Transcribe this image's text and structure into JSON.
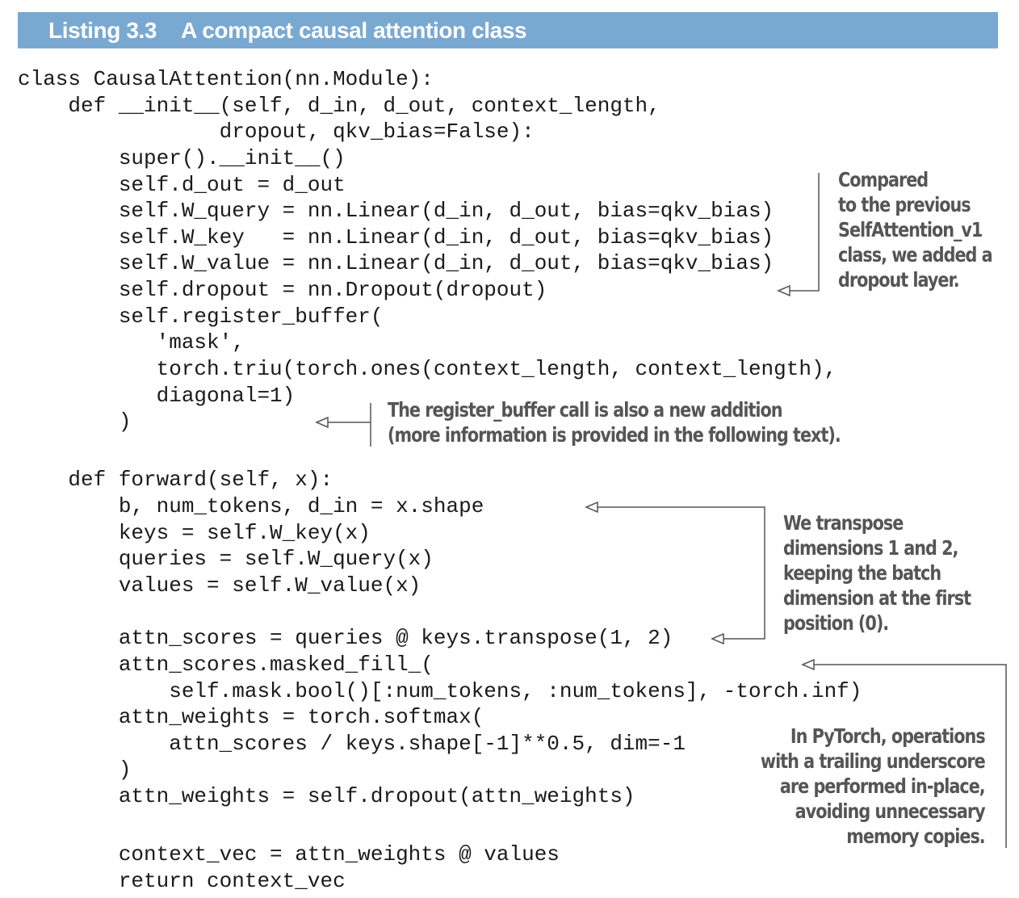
{
  "listing": {
    "number": "Listing 3.3",
    "title": "A compact causal attention class"
  },
  "code": [
    "class CausalAttention(nn.Module):",
    "    def __init__(self, d_in, d_out, context_length,",
    "                dropout, qkv_bias=False):",
    "        super().__init__()",
    "        self.d_out = d_out",
    "        self.W_query = nn.Linear(d_in, d_out, bias=qkv_bias)",
    "        self.W_key   = nn.Linear(d_in, d_out, bias=qkv_bias)",
    "        self.W_value = nn.Linear(d_in, d_out, bias=qkv_bias)",
    "        self.dropout = nn.Dropout(dropout)",
    "        self.register_buffer(",
    "           'mask',",
    "           torch.triu(torch.ones(context_length, context_length),",
    "           diagonal=1)",
    "        )",
    "    def forward(self, x):",
    "        b, num_tokens, d_in = x.shape",
    "        keys = self.W_key(x)",
    "        queries = self.W_query(x)",
    "        values = self.W_value(x)",
    "        attn_scores = queries @ keys.transpose(1, 2)",
    "        attn_scores.masked_fill_(",
    "            self.mask.bool()[:num_tokens, :num_tokens], -torch.inf)",
    "        attn_weights = torch.softmax(",
    "            attn_scores / keys.shape[-1]**0.5, dim=-1",
    "        )",
    "        attn_weights = self.dropout(attn_weights)",
    "        context_vec = attn_weights @ values",
    "        return context_vec"
  ],
  "annotations": {
    "dropout_note": [
      "Compared",
      "to the previous",
      "SelfAttention_v1",
      "class, we added a",
      "dropout layer."
    ],
    "buffer_note": [
      "The register_buffer call is also a new addition",
      "(more information is provided in the following text)."
    ],
    "transpose_note": [
      "We transpose",
      "dimensions 1 and 2,",
      "keeping the batch",
      "dimension at the first",
      "position (0)."
    ],
    "inplace_note": [
      "In PyTorch, operations",
      "with a trailing underscore",
      "are performed in-place,",
      "avoiding unnecessary",
      "memory copies."
    ]
  }
}
